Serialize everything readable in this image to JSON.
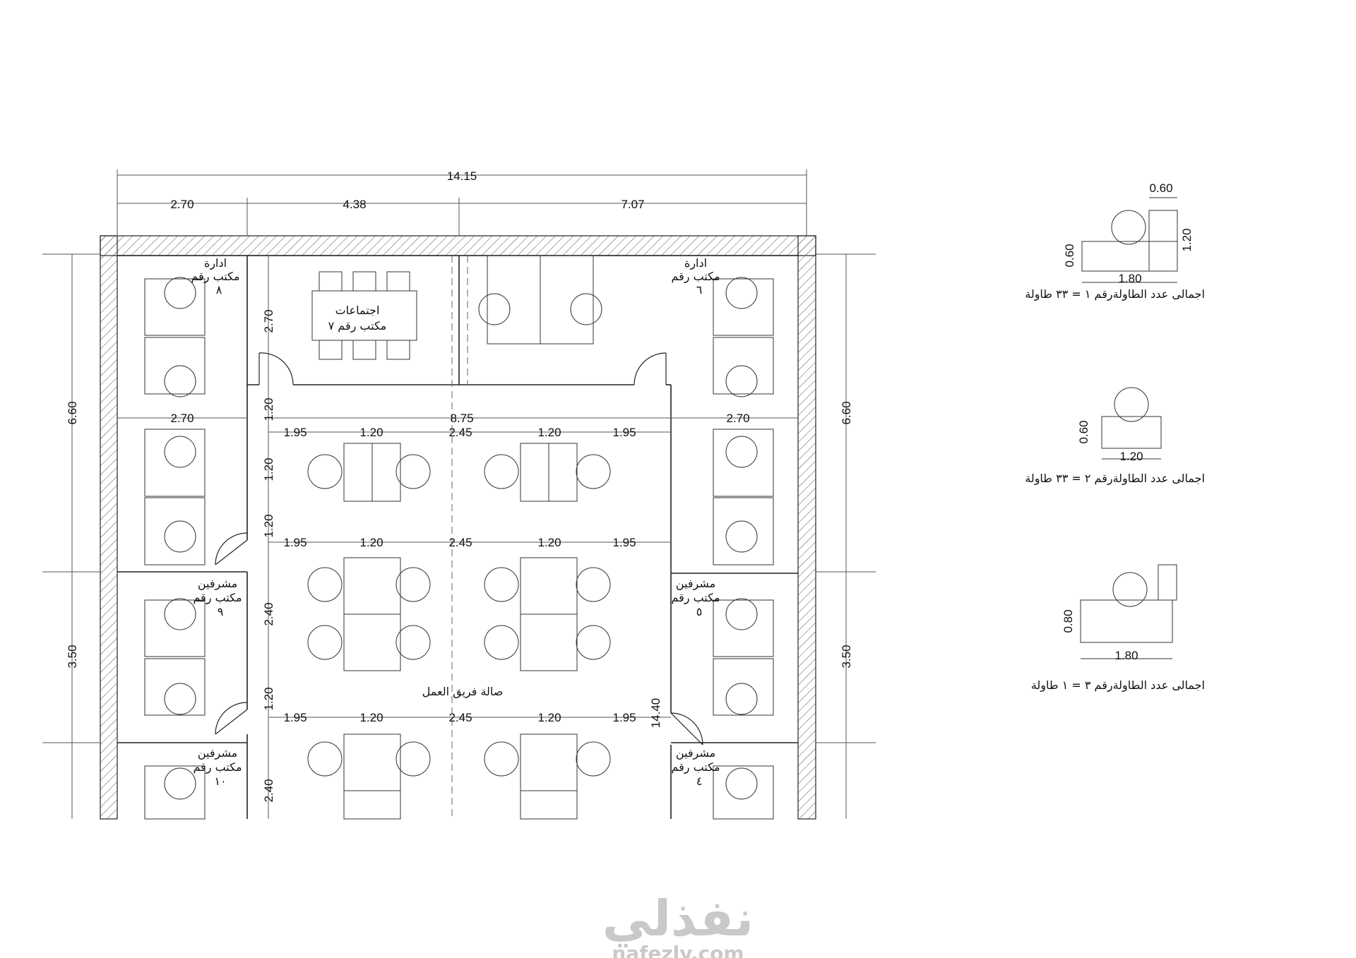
{
  "dimensions": {
    "overall_width": "14.15",
    "top_segments": [
      "2.70",
      "4.38",
      "7.07"
    ],
    "side_left": [
      "6.60",
      "3.50"
    ],
    "side_right": [
      "6.60",
      "3.50"
    ],
    "office_width_left": "2.70",
    "office_width_right": "2.70",
    "hall_width": "8.75",
    "hall_depth": "14.40",
    "row_spacing": [
      "1.95",
      "1.20",
      "2.45",
      "1.20",
      "1.95"
    ],
    "vertical_left": [
      "2.70",
      "1.20",
      "1.20",
      "1.20",
      "2.40",
      "1.20",
      "2.40"
    ]
  },
  "rooms": {
    "office_8": {
      "line1": "ادارة",
      "line2": "مكتب رقم",
      "number": "٨"
    },
    "office_7": {
      "line1": "اجتماعات",
      "line2": "مكتب رقم ٧"
    },
    "office_6": {
      "line1": "ادارة",
      "line2": "مكتب رقم",
      "number": "٦"
    },
    "office_9": {
      "line1": "مشرفين",
      "line2": "مكتب رقم",
      "number": "٩"
    },
    "office_10": {
      "line1": "مشرفين",
      "line2": "مكتب رقم",
      "number": "١٠"
    },
    "office_5": {
      "line1": "مشرفين",
      "line2": "مكتب رقم",
      "number": "٥"
    },
    "office_4": {
      "line1": "مشرفين",
      "line2": "مكتب رقم",
      "number": "٤"
    },
    "hall": "صالة فريق العمل"
  },
  "legend": [
    {
      "dims": [
        "0.60",
        "1.20",
        "0.60",
        "1.80"
      ],
      "caption": "اجمالى عدد الطاولةرقم ١ = ٣٣ طاولة"
    },
    {
      "dims": [
        "0.60",
        "1.20"
      ],
      "caption": "اجمالى عدد الطاولةرقم ٢ = ٣٣ طاولة"
    },
    {
      "dims": [
        "0.80",
        "1.80"
      ],
      "caption": "اجمالى عدد الطاولةرقم ٣ = ١ طاولة"
    }
  ],
  "watermark": {
    "arabic": "نفذلي",
    "latin": "nafezly.com"
  },
  "colors": {
    "line": "#222222",
    "watermark": "#c9c9c9"
  }
}
